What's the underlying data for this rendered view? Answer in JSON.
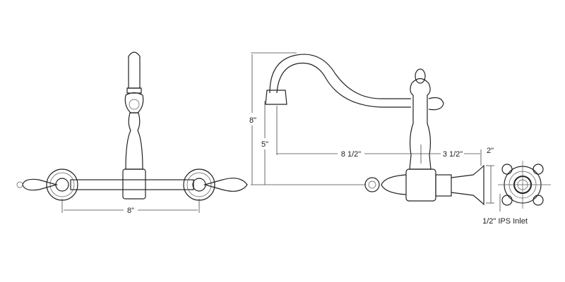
{
  "dimensions": {
    "front_width": "8\"",
    "total_height": "8\"",
    "spout_height": "5\"",
    "spout_reach": "8 1/2\"",
    "wall_depth": "3 1/2\"",
    "escutcheon_diameter": "2\"",
    "inlet_label": "1/2\" IPS Inlet"
  }
}
